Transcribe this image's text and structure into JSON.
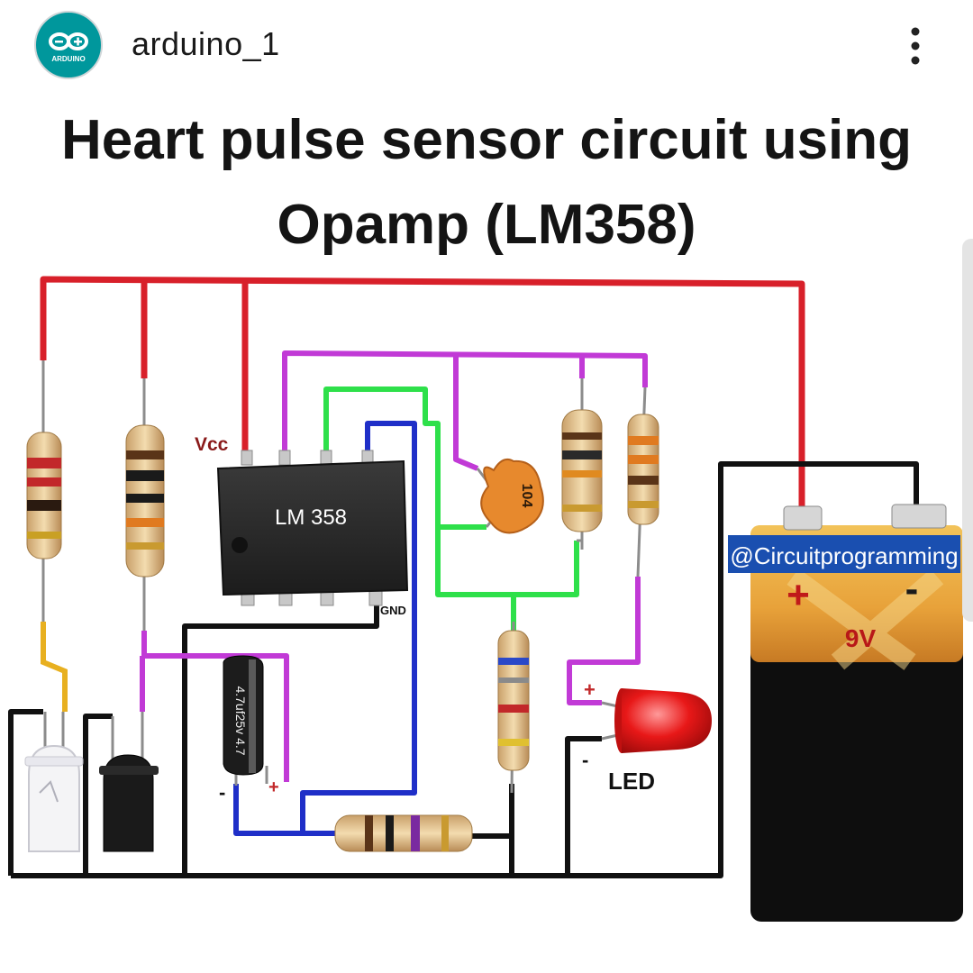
{
  "post": {
    "account_name": "arduino_1",
    "avatar_text": "ARDUINO",
    "menu_icon": "more-vertical-icon"
  },
  "title": {
    "line1": "Heart pulse sensor circuit using",
    "line2": "Opamp (LM358)"
  },
  "diagram": {
    "ic_label": "LM 358",
    "vcc_label": "Vcc",
    "gnd_label": "GND",
    "capacitor_code": "104",
    "electrolytic_marking": "4.7uf25v 4.7",
    "electrolytic_minus": "-",
    "electrolytic_plus": "+",
    "led_label": "LED",
    "led_plus": "+",
    "led_minus": "-",
    "battery_watermark": "@Circuitprogramming",
    "battery_plus": "+",
    "battery_minus": "-",
    "battery_voltage": "9V"
  },
  "colors": {
    "supply_wire": "#d8202a",
    "ground_wire": "#111111",
    "opamp_output_wire": "#c13ad6",
    "feedback_wire": "#2ee04a",
    "signal_wire": "#1f2fc8",
    "sensor_wire": "#e8b020",
    "arduino_teal": "#00979c"
  }
}
